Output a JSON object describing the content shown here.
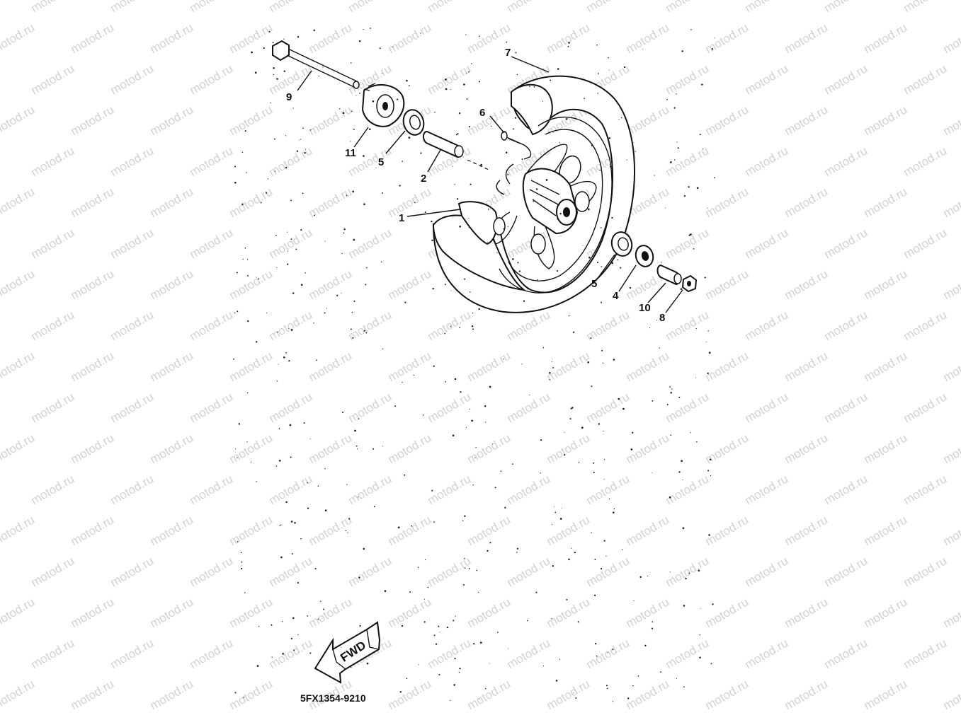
{
  "watermark": {
    "text": "motod.ru"
  },
  "callouts": [
    {
      "id": "7",
      "label": "7"
    },
    {
      "id": "9",
      "label": "9"
    },
    {
      "id": "6",
      "label": "6"
    },
    {
      "id": "11",
      "label": "11"
    },
    {
      "id": "5a",
      "label": "5"
    },
    {
      "id": "2",
      "label": "2"
    },
    {
      "id": "1",
      "label": "1"
    },
    {
      "id": "5b",
      "label": "5"
    },
    {
      "id": "4",
      "label": "4"
    },
    {
      "id": "10",
      "label": "10"
    },
    {
      "id": "8",
      "label": "8"
    }
  ],
  "direction": {
    "label": "FWD"
  },
  "diagram_code": "5FX1354-9210"
}
